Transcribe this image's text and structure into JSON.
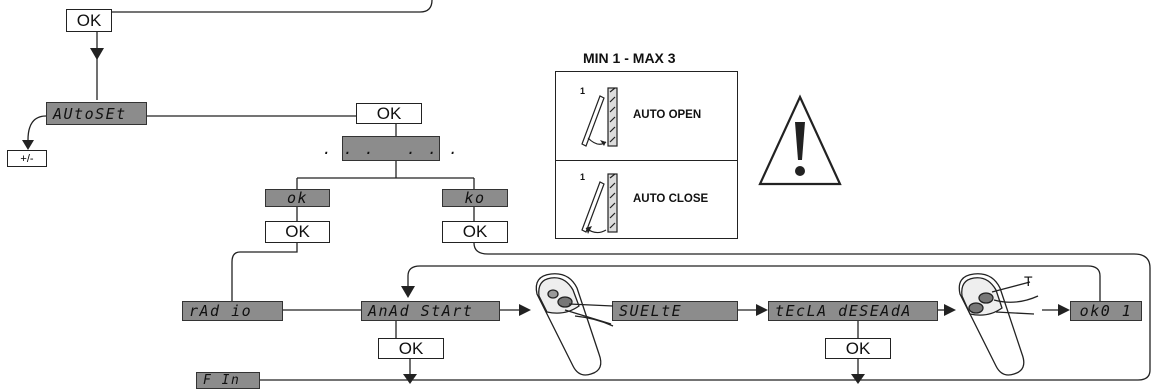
{
  "ok_label": "OK",
  "displays": {
    "autoset": "AUtoSEt",
    "dots": ". . .   . . .",
    "ok_result": "ok",
    "ko_result": "ko",
    "radio": "rAd io",
    "anad_start": "AnAd StArt",
    "suelte": "SUELtE",
    "tecla": "tEcLA dESEAdA",
    "ok01": "ok0 1",
    "fin": "F In"
  },
  "plus_minus": "+/-",
  "panel": {
    "title": "MIN 1 - MAX 3",
    "rows": [
      {
        "number": "1",
        "label": "AUTO OPEN"
      },
      {
        "number": "1",
        "label": "AUTO CLOSE"
      }
    ]
  },
  "remote_button_letter": "T",
  "icons": [
    "warning-icon",
    "remote-control-icon",
    "gate-open-icon",
    "gate-close-icon"
  ]
}
